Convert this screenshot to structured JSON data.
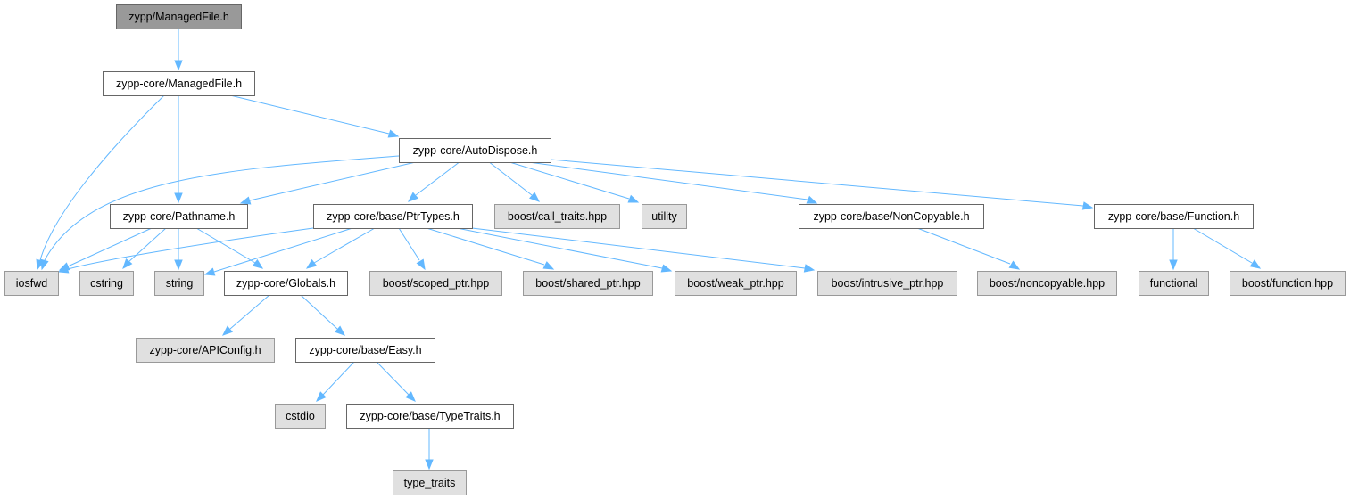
{
  "title": "zypp/ManagedFile.h include dependency graph",
  "colors": {
    "edge": "#63b8ff",
    "root_fill": "#999999",
    "root_border": "#666666",
    "documented_fill": "#ffffff",
    "documented_border": "#666666",
    "external_fill": "#e0e0e0",
    "external_border": "#999999"
  },
  "nodes": [
    {
      "id": "n_root",
      "label": "zypp/ManagedFile.h",
      "kind": "root"
    },
    {
      "id": "n_mf",
      "label": "zypp-core/ManagedFile.h",
      "kind": "documented"
    },
    {
      "id": "n_ad",
      "label": "zypp-core/AutoDispose.h",
      "kind": "documented"
    },
    {
      "id": "n_path",
      "label": "zypp-core/Pathname.h",
      "kind": "documented"
    },
    {
      "id": "n_ptr",
      "label": "zypp-core/base/PtrTypes.h",
      "kind": "documented"
    },
    {
      "id": "n_calltr",
      "label": "boost/call_traits.hpp",
      "kind": "external"
    },
    {
      "id": "n_util",
      "label": "utility",
      "kind": "external"
    },
    {
      "id": "n_noncp",
      "label": "zypp-core/base/NonCopyable.h",
      "kind": "documented"
    },
    {
      "id": "n_func",
      "label": "zypp-core/base/Function.h",
      "kind": "documented"
    },
    {
      "id": "n_iosfwd",
      "label": "iosfwd",
      "kind": "external"
    },
    {
      "id": "n_cstring",
      "label": "cstring",
      "kind": "external"
    },
    {
      "id": "n_string",
      "label": "string",
      "kind": "external"
    },
    {
      "id": "n_glob",
      "label": "zypp-core/Globals.h",
      "kind": "documented"
    },
    {
      "id": "n_scoped",
      "label": "boost/scoped_ptr.hpp",
      "kind": "external"
    },
    {
      "id": "n_shared",
      "label": "boost/shared_ptr.hpp",
      "kind": "external"
    },
    {
      "id": "n_weak",
      "label": "boost/weak_ptr.hpp",
      "kind": "external"
    },
    {
      "id": "n_intr",
      "label": "boost/intrusive_ptr.hpp",
      "kind": "external"
    },
    {
      "id": "n_bnoncp",
      "label": "boost/noncopyable.hpp",
      "kind": "external"
    },
    {
      "id": "n_functional",
      "label": "functional",
      "kind": "external"
    },
    {
      "id": "n_bfunc",
      "label": "boost/function.hpp",
      "kind": "external"
    },
    {
      "id": "n_api",
      "label": "zypp-core/APIConfig.h",
      "kind": "external"
    },
    {
      "id": "n_easy",
      "label": "zypp-core/base/Easy.h",
      "kind": "documented"
    },
    {
      "id": "n_cstdio",
      "label": "cstdio",
      "kind": "external"
    },
    {
      "id": "n_tt",
      "label": "zypp-core/base/TypeTraits.h",
      "kind": "documented"
    },
    {
      "id": "n_typetraits",
      "label": "type_traits",
      "kind": "external"
    }
  ],
  "edges": [
    {
      "from": "n_root",
      "to": "n_mf"
    },
    {
      "from": "n_mf",
      "to": "n_iosfwd"
    },
    {
      "from": "n_mf",
      "to": "n_path"
    },
    {
      "from": "n_mf",
      "to": "n_ad"
    },
    {
      "from": "n_ad",
      "to": "n_iosfwd"
    },
    {
      "from": "n_ad",
      "to": "n_path"
    },
    {
      "from": "n_ad",
      "to": "n_ptr"
    },
    {
      "from": "n_ad",
      "to": "n_calltr"
    },
    {
      "from": "n_ad",
      "to": "n_util"
    },
    {
      "from": "n_ad",
      "to": "n_noncp"
    },
    {
      "from": "n_ad",
      "to": "n_func"
    },
    {
      "from": "n_path",
      "to": "n_iosfwd"
    },
    {
      "from": "n_path",
      "to": "n_cstring"
    },
    {
      "from": "n_path",
      "to": "n_string"
    },
    {
      "from": "n_path",
      "to": "n_glob"
    },
    {
      "from": "n_ptr",
      "to": "n_iosfwd"
    },
    {
      "from": "n_ptr",
      "to": "n_string"
    },
    {
      "from": "n_ptr",
      "to": "n_glob"
    },
    {
      "from": "n_ptr",
      "to": "n_scoped"
    },
    {
      "from": "n_ptr",
      "to": "n_shared"
    },
    {
      "from": "n_ptr",
      "to": "n_weak"
    },
    {
      "from": "n_ptr",
      "to": "n_intr"
    },
    {
      "from": "n_noncp",
      "to": "n_bnoncp"
    },
    {
      "from": "n_func",
      "to": "n_functional"
    },
    {
      "from": "n_func",
      "to": "n_bfunc"
    },
    {
      "from": "n_glob",
      "to": "n_api"
    },
    {
      "from": "n_glob",
      "to": "n_easy"
    },
    {
      "from": "n_easy",
      "to": "n_cstdio"
    },
    {
      "from": "n_easy",
      "to": "n_tt"
    },
    {
      "from": "n_tt",
      "to": "n_typetraits"
    }
  ]
}
